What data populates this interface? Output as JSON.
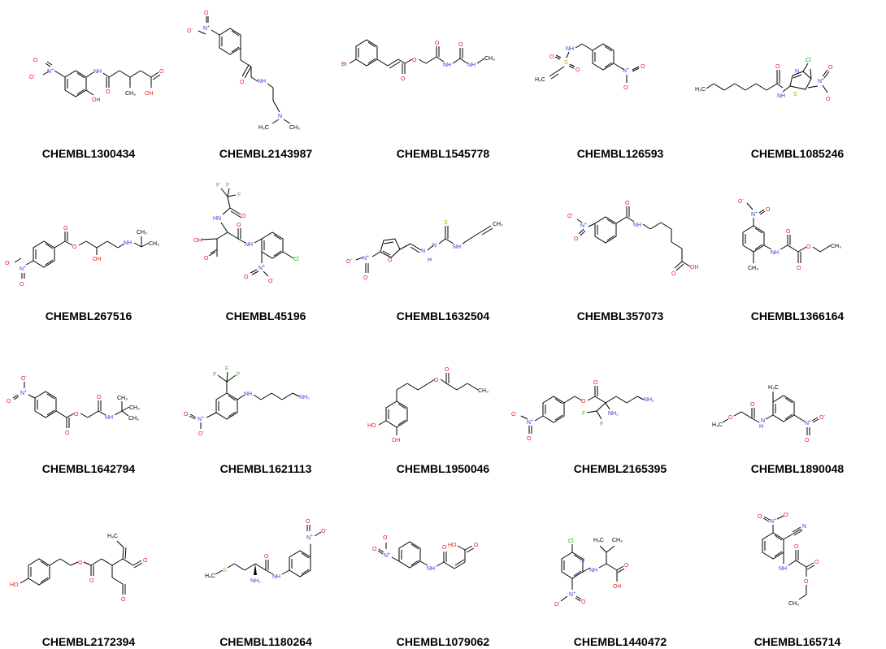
{
  "molecules": [
    {
      "id": "CHEMBL1300434"
    },
    {
      "id": "CHEMBL2143987"
    },
    {
      "id": "CHEMBL1545778"
    },
    {
      "id": "CHEMBL126593"
    },
    {
      "id": "CHEMBL1085246"
    },
    {
      "id": "CHEMBL267516"
    },
    {
      "id": "CHEMBL45196"
    },
    {
      "id": "CHEMBL1632504"
    },
    {
      "id": "CHEMBL357073"
    },
    {
      "id": "CHEMBL1366164"
    },
    {
      "id": "CHEMBL1642794"
    },
    {
      "id": "CHEMBL1621113"
    },
    {
      "id": "CHEMBL1950046"
    },
    {
      "id": "CHEMBL2165395"
    },
    {
      "id": "CHEMBL1890048"
    },
    {
      "id": "CHEMBL2172394"
    },
    {
      "id": "CHEMBL1180264"
    },
    {
      "id": "CHEMBL1079062"
    },
    {
      "id": "CHEMBL1440472"
    },
    {
      "id": "CHEMBL165714"
    }
  ],
  "atom_labels": {
    "nitro_n": "N",
    "nitro_plus": "+",
    "o": "O",
    "o_minus": "O-",
    "nh": "NH",
    "oh": "OH",
    "ch3": "CH3",
    "h3c": "H3C",
    "nh2": "NH2",
    "n": "N",
    "s": "S",
    "cl": "Cl",
    "f": "F",
    "br": "Br",
    "ho": "HO",
    "o_eq": "O",
    "h2c": "H2C",
    "ch2": "CH2"
  },
  "colors": {
    "oxygen": "#e8201c",
    "nitrogen": "#3a3ad6",
    "sulfur": "#c7a400",
    "chlorine": "#16b316",
    "fluorine": "#44b23a",
    "bromine": "#a8311a"
  }
}
